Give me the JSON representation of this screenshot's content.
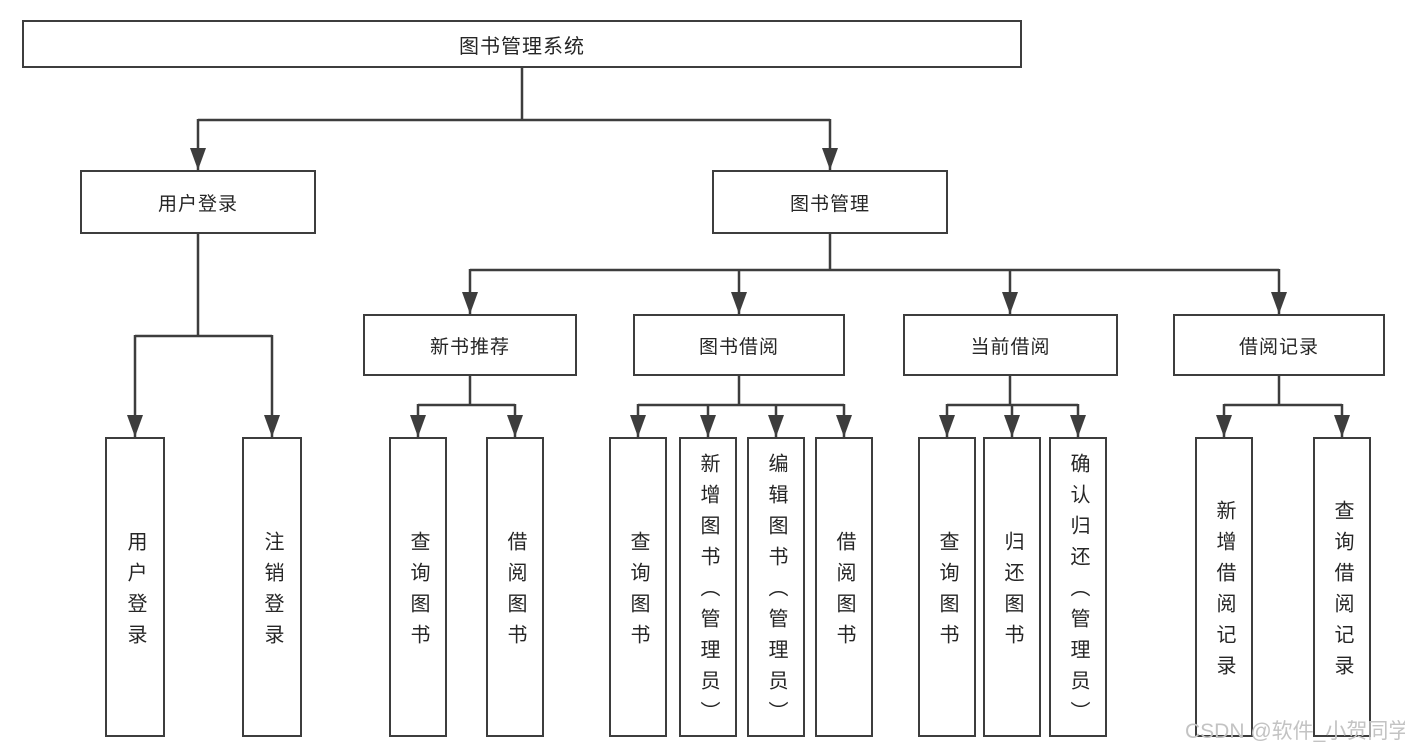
{
  "tree": {
    "label": "图书管理系统",
    "children": [
      {
        "label": "用户登录",
        "children": [
          {
            "label": "用户登录"
          },
          {
            "label": "注销登录"
          }
        ]
      },
      {
        "label": "图书管理",
        "children": [
          {
            "label": "新书推荐",
            "children": [
              {
                "label": "查询图书"
              },
              {
                "label": "借阅图书"
              }
            ]
          },
          {
            "label": "图书借阅",
            "children": [
              {
                "label": "查询图书"
              },
              {
                "label": "新增图书（管理员）"
              },
              {
                "label": "编辑图书（管理员）"
              },
              {
                "label": "借阅图书"
              }
            ]
          },
          {
            "label": "当前借阅",
            "children": [
              {
                "label": "查询图书"
              },
              {
                "label": "归还图书"
              },
              {
                "label": "确认归还（管理员）"
              }
            ]
          },
          {
            "label": "借阅记录",
            "children": [
              {
                "label": "新增借阅记录"
              },
              {
                "label": "查询借阅记录"
              }
            ]
          }
        ]
      }
    ]
  },
  "watermark": "CSDN @软件_小贺同学",
  "colors": {
    "line": "#3d3d3d",
    "border": "#3d3d3d",
    "text": "#262626",
    "watermark": "#c3c3c3",
    "background": "#ffffff"
  }
}
